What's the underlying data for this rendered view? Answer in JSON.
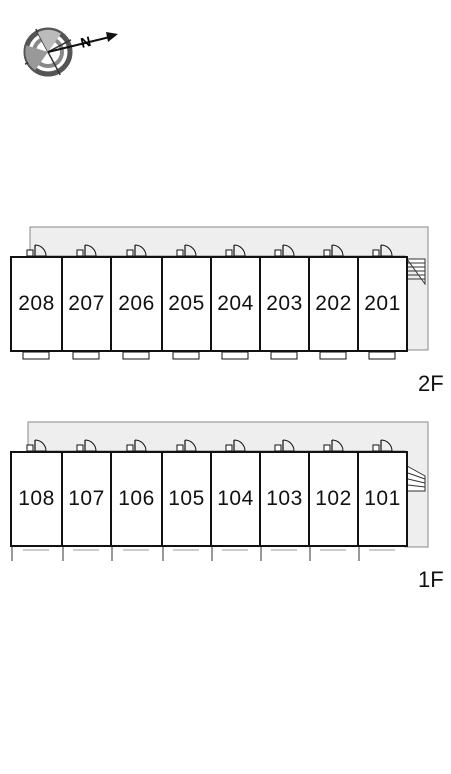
{
  "compass": {
    "north_label": "N",
    "icon": "compass-rose-icon"
  },
  "floors": [
    {
      "label": "2F",
      "units": [
        "208",
        "207",
        "206",
        "205",
        "204",
        "203",
        "202",
        "201"
      ]
    },
    {
      "label": "1F",
      "units": [
        "108",
        "107",
        "106",
        "105",
        "104",
        "103",
        "102",
        "101"
      ]
    }
  ]
}
